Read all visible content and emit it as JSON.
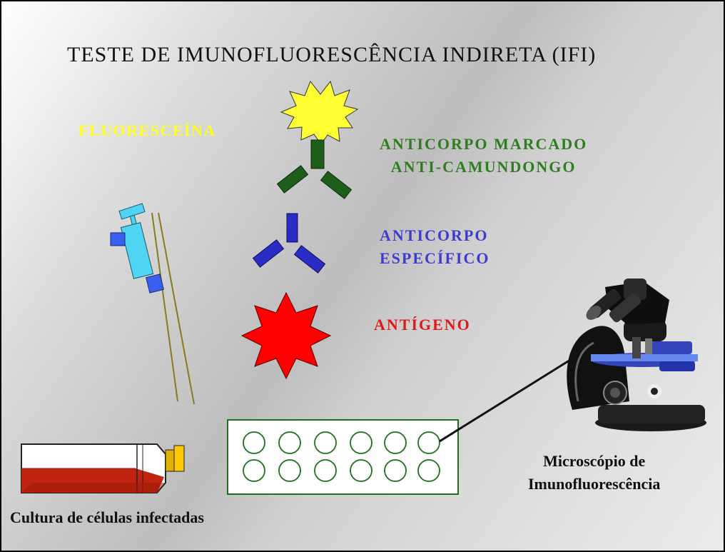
{
  "title": "TESTE DE IMUNOFLUORESCÊNCIA INDIRETA (IFI)",
  "labels": {
    "fluoresceina": "FLUORESCEÍNA",
    "anticorpo_marcado": [
      "ANTICORPO MARCADO",
      "ANTI-CAMUNDONGO"
    ],
    "anticorpo_especifico": [
      "ANTICORPO",
      "ESPECÍFICO"
    ],
    "antigeno": "ANTÍGENO",
    "microscopio": [
      "Microscópio de",
      "Imunofluorescência"
    ],
    "cultura": "Cultura de células infectadas"
  },
  "colors": {
    "fluorescein": "#ffff22",
    "labeled_antibody": "#1f5e1a",
    "specific_antibody": "#2b2bc8",
    "antigen": "#ff0000",
    "slide_wells": "#1e6e1e",
    "pipette": "#4fd4f4",
    "culture_medium": "#c0230f"
  },
  "slide": {
    "well_rows": 2,
    "wells_per_row": 6
  }
}
